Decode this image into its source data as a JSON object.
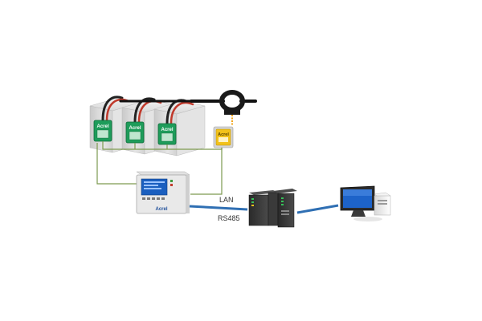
{
  "diagram": {
    "battery_modules": [
      {
        "brand": "Acrel"
      },
      {
        "brand": "Acrel"
      },
      {
        "brand": "Acrel"
      }
    ],
    "current_sensor": {
      "brand": "Acrel"
    },
    "monitor_unit": {
      "brand": "Acrel"
    },
    "links": {
      "lan_label": "LAN",
      "rs485_label": "RS485"
    },
    "colors": {
      "module_green": "#1e9c5a",
      "sensor_yellow": "#f2c21b",
      "bus_wire": "#7d9a4f",
      "network_blue": "#2f6fb3",
      "battery_gray": "#d6d6d6"
    },
    "icons": [
      "battery-icon",
      "current-clamp-icon",
      "monitor-unit-icon",
      "gateway-icon",
      "computer-icon"
    ]
  }
}
